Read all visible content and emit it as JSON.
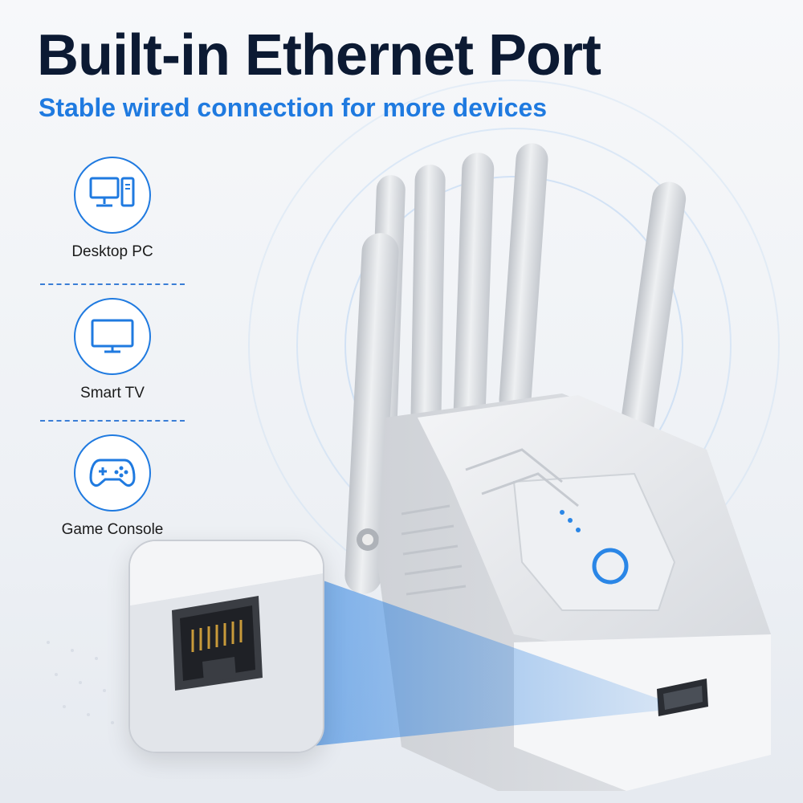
{
  "header": {
    "title": "Built-in Ethernet Port",
    "subtitle": "Stable wired connection for more devices"
  },
  "devices": [
    {
      "label": "Desktop PC",
      "icon": "desktop-pc-icon"
    },
    {
      "label": "Smart TV",
      "icon": "smart-tv-icon"
    },
    {
      "label": "Game Console",
      "icon": "gamepad-icon"
    }
  ],
  "colors": {
    "title": "#0c1a33",
    "accent": "#1f7ae0",
    "device_body": "#e9ebee",
    "led": "#2a86e6"
  }
}
